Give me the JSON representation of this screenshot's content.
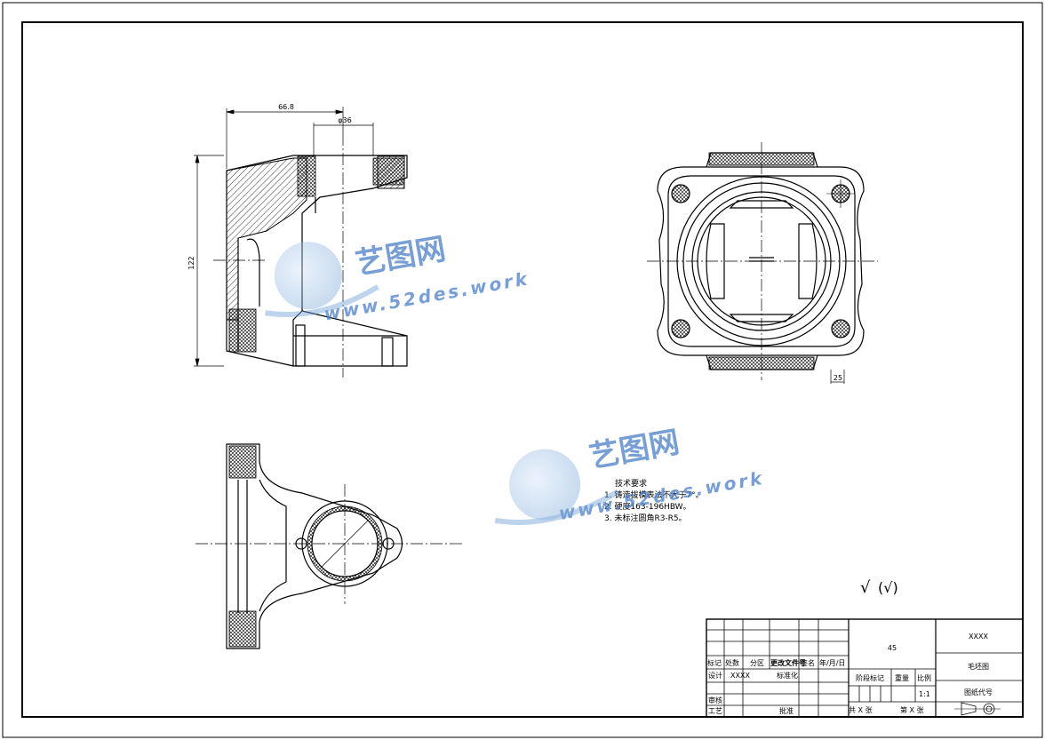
{
  "dimensions": {
    "width_668": "66.8",
    "dia_phi36": "φ36",
    "height_122": "122",
    "offset_25": "25"
  },
  "notes": {
    "heading": "技术要求",
    "items": [
      "1. 铸造拔模表法不大于7°。",
      "2. 硬度163-196HBW。",
      "3. 未标注圆角R3-R5。"
    ]
  },
  "roughness": {
    "symbol": "√",
    "paren": "(√)"
  },
  "title_block": {
    "headers": [
      "标记",
      "处数",
      "分区",
      "更改文件号",
      "签名",
      "年/月/日"
    ],
    "row_design": [
      "设计",
      "XXXX",
      "",
      "标准化"
    ],
    "row_review": "审核",
    "row_process": "工艺",
    "approve": "批准",
    "material": "45",
    "company": "XXXX",
    "drawing_name": "毛坯图",
    "stage_mark": "阶段标记",
    "weight": "重量",
    "scale": "比例",
    "scale_value": "1:1",
    "drawing_no": "图纸代号",
    "total_sheets": "共 X 张",
    "sheet_no": "第 X 张"
  },
  "watermark": {
    "brand": "艺图网",
    "url": "www.52des.work"
  }
}
